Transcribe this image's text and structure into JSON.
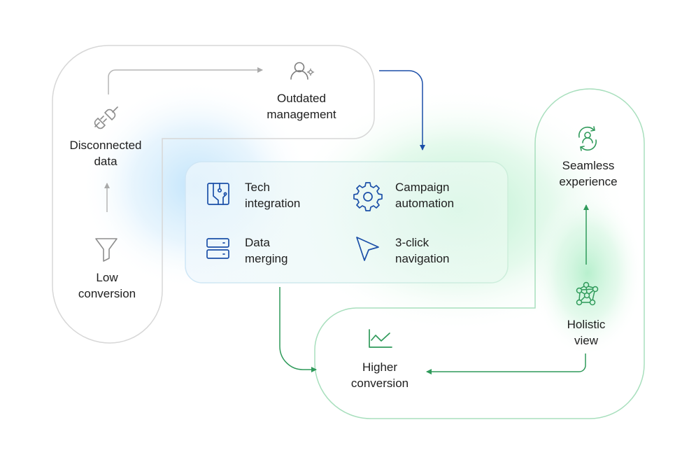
{
  "nodes": {
    "low_conversion": {
      "line1": "Low",
      "line2": "conversion",
      "icon": "funnel-icon"
    },
    "disconnected_data": {
      "line1": "Disconnected",
      "line2": "data",
      "icon": "unplugged-icon"
    },
    "outdated_management": {
      "line1": "Outdated",
      "line2": "management",
      "icon": "user-gear-icon"
    },
    "tech_integration": {
      "line1": "Tech",
      "line2": "integration",
      "icon": "circuit-icon"
    },
    "campaign_automation": {
      "line1": "Campaign",
      "line2": "automation",
      "icon": "gear-icon"
    },
    "data_merging": {
      "line1": "Data",
      "line2": "merging",
      "icon": "server-icon"
    },
    "three_click_navigation": {
      "line1": "3-click",
      "line2": "navigation",
      "icon": "cursor-icon"
    },
    "higher_conversion": {
      "line1": "Higher",
      "line2": "conversion",
      "icon": "line-chart-icon"
    },
    "holistic_view": {
      "line1": "Holistic",
      "line2": "view",
      "icon": "network-icon"
    },
    "seamless_experience": {
      "line1": "Seamless",
      "line2": "experience",
      "icon": "user-sync-icon"
    }
  },
  "colors": {
    "gray": "#a9a9a9",
    "blue": "#1b4fa8",
    "green": "#2f9a5a",
    "blue_glow": "#bfe2fb",
    "green_glow": "#b9f0cf"
  }
}
